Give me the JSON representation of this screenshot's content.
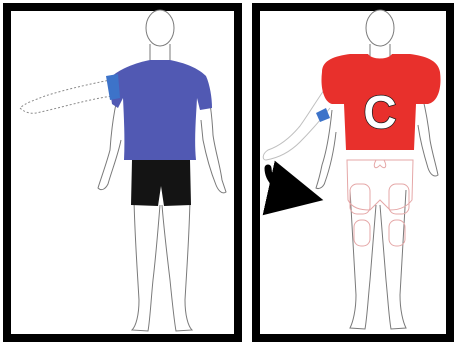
{
  "panels": [
    {
      "id": "left",
      "figure": "standard-shirt",
      "shirt_color": "#5159b3",
      "sleeve_accent_color": "#3d73c9",
      "shorts_color": "#141414",
      "arm_position": "raised-abduction"
    },
    {
      "id": "right",
      "figure": "football-uniform",
      "jersey_color": "#e8302c",
      "jersey_letter": "C",
      "sleeve_accent_color": "#3d73c9",
      "pads_outline_color": "#e5a7a7",
      "arm_position": "lowered-adduction",
      "motion_arrow": "curved-arrow"
    }
  ],
  "colors": {
    "frame": "#000000",
    "outline": "#7a7a7a",
    "raised_arm_dashes": "#8a8a8a",
    "background": "#ffffff"
  }
}
